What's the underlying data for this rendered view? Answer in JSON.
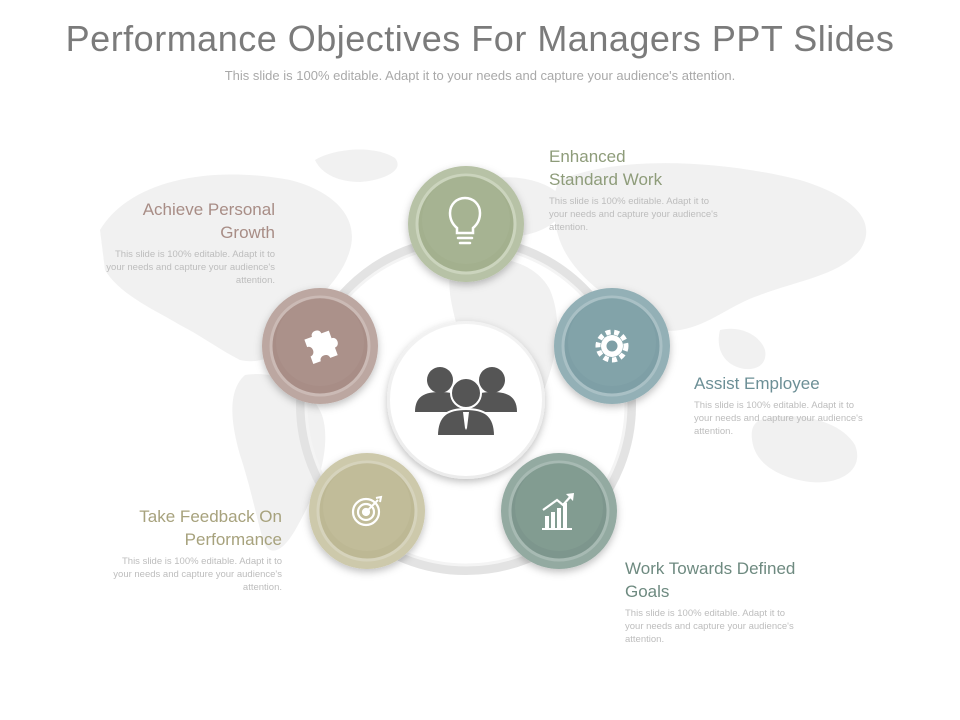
{
  "slide": {
    "title": "Performance Objectives For Managers PPT Slides",
    "subtitle": "This slide is 100% editable. Adapt it to your needs and capture your audience's attention."
  },
  "center": {
    "icon": "team-icon"
  },
  "nodes": [
    {
      "key": "personal",
      "title_line1": "Achieve Personal",
      "title_line2": "Growth",
      "desc_line1": "This slide is 100% editable. Adapt it to",
      "desc_line2": "your needs and capture your audience's",
      "desc_line3": "attention.",
      "icon": "puzzle-icon",
      "color": "#a88d86"
    },
    {
      "key": "enhanced",
      "title_line1": "Enhanced",
      "title_line2": "Standard Work",
      "desc_line1": "This slide is 100% editable. Adapt it to",
      "desc_line2": "your needs and capture your audience's",
      "desc_line3": "attention.",
      "icon": "lightbulb-icon",
      "color": "#a3b08e"
    },
    {
      "key": "assist",
      "title_line1": "Assist Employee",
      "title_line2": "",
      "desc_line1": "This slide is 100% editable. Adapt it to",
      "desc_line2": "your needs and capture your audience's",
      "desc_line3": "attention.",
      "icon": "gear-icon",
      "color": "#7e9fa6"
    },
    {
      "key": "feedback",
      "title_line1": "Take Feedback On",
      "title_line2": "Performance",
      "desc_line1": "This slide is 100% editable. Adapt it to",
      "desc_line2": "your needs and capture your audience's",
      "desc_line3": "attention.",
      "icon": "target-icon",
      "color": "#bdb894"
    },
    {
      "key": "goals",
      "title_line1": "Work Towards Defined",
      "title_line2": "Goals",
      "desc_line1": "This slide is 100% editable. Adapt it to",
      "desc_line2": "your needs and capture your audience's",
      "desc_line3": "attention.",
      "icon": "growth-chart-icon",
      "color": "#7d968d"
    }
  ]
}
